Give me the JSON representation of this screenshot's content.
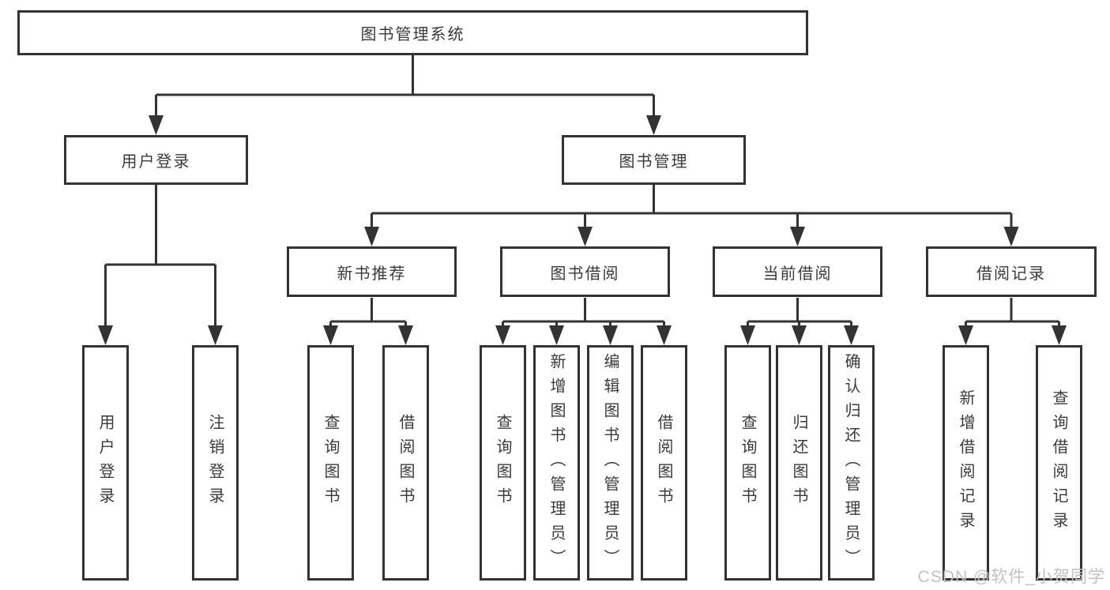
{
  "diagram": {
    "nodes": {
      "root": "图书管理系统",
      "user_login": "用户登录",
      "book_mgmt": "图书管理",
      "new_book_rec": "新书推荐",
      "book_borrow": "图书借阅",
      "current_borrow": "当前借阅",
      "borrow_records": "借阅记录",
      "leaves": {
        "user": [
          "用户登录",
          "注销登录"
        ],
        "rec": [
          "查询图书",
          "借阅图书"
        ],
        "borrow": [
          "查询图书",
          "新增图书（管理员）",
          "编辑图书（管理员）",
          "借阅图书"
        ],
        "current": [
          "查询图书",
          "归还图书",
          "确认归还（管理员）"
        ],
        "records": [
          "新增借阅记录",
          "查询借阅记录"
        ]
      }
    },
    "colors": {
      "line": "#333333",
      "text": "#3a3a3a",
      "box_fill": "#ffffff",
      "watermark": "#c2c2c2",
      "background": "#ffffff"
    }
  },
  "watermark": "CSDN @软件_小贺同学"
}
